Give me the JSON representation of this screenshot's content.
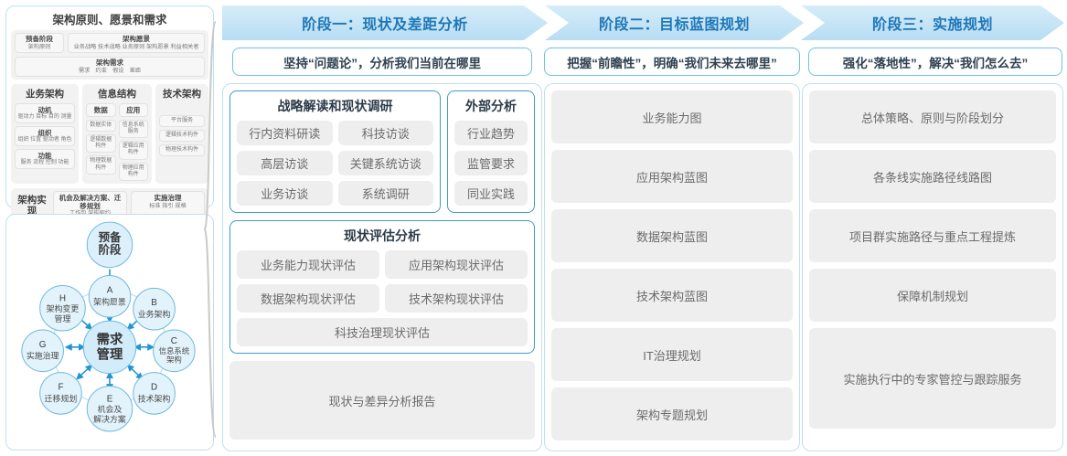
{
  "left_panel": {
    "togaf": {
      "title": "架构原则、愿景和需求",
      "prep": {
        "title": "预备阶段",
        "detail": "架构原则"
      },
      "vision": {
        "title": "架构愿景",
        "detail": "业务战略 技术战略 业务原则 架构愿景 利益相关者"
      },
      "requirements": {
        "title": "架构需求",
        "detail": "需求　约束　假设　差距"
      },
      "business": {
        "title": "业务架构",
        "items": [
          {
            "title": "动机",
            "detail": "驱动力 目标 目的 测量"
          },
          {
            "title": "组织",
            "detail": "组织 位置 驱动者 角色"
          },
          {
            "title": "功能",
            "detail": "服务 流程 控制 功能"
          }
        ]
      },
      "information": {
        "title": "信息结构",
        "data_col": {
          "title": "数据",
          "items": [
            "数据实体",
            "逻辑数据构件",
            "物理数据构件"
          ]
        },
        "app_col": {
          "title": "应用",
          "items": [
            "信息系统服务",
            "逻辑应用构件",
            "物理应用构件"
          ]
        }
      },
      "technology": {
        "title": "技术架构",
        "items": [
          "平台服务",
          "逻辑技术构件",
          "物理技术构件"
        ]
      },
      "implementation": {
        "label": "架构实现",
        "opportunity": {
          "title": "机会及解决方案、迁移规划",
          "detail": "工作包 架构契约"
        },
        "governance": {
          "title": "实施治理",
          "detail": "标准 指引 规格"
        }
      }
    },
    "adm": {
      "center": "需求管理",
      "top": "预备阶段",
      "nodes": [
        {
          "key": "A",
          "label": "架构愿景"
        },
        {
          "key": "B",
          "label": "业务架构"
        },
        {
          "key": "C",
          "label": "信息系统架构"
        },
        {
          "key": "D",
          "label": "技术架构"
        },
        {
          "key": "E",
          "label": "机会及解决方案"
        },
        {
          "key": "F",
          "label": "迁移规划"
        },
        {
          "key": "G",
          "label": "实施治理"
        },
        {
          "key": "H",
          "label": "架构变更管理"
        }
      ]
    }
  },
  "stages": [
    {
      "banner": "阶段一：现状及差距分析",
      "subtitle": "坚持“问题论”，分析我们当前在哪里"
    },
    {
      "banner": "阶段二：目标蓝图规划",
      "subtitle": "把握“前瞻性”，明确“我们未来去哪里”"
    },
    {
      "banner": "阶段三：实施规划",
      "subtitle": "强化“落地性”，解决“我们怎么去”"
    }
  ],
  "stage1": {
    "survey": {
      "title": "战略解读和现状调研",
      "items": [
        "行内资料研读",
        "科技访谈",
        "高层访谈",
        "关键系统访谈",
        "业务访谈",
        "系统调研"
      ]
    },
    "external": {
      "title": "外部分析",
      "items": [
        "行业趋势",
        "监管要求",
        "同业实践"
      ]
    },
    "assessment": {
      "title": "现状评估分析",
      "items": [
        "业务能力现状评估",
        "应用架构现状评估",
        "数据架构现状评估",
        "技术架构现状评估"
      ],
      "full_item": "科技治理现状评估"
    },
    "report": "现状与差异分析报告"
  },
  "stage2": {
    "items": [
      "业务能力图",
      "应用架构蓝图",
      "数据架构蓝图",
      "技术架构蓝图",
      "IT治理规划",
      "架构专题规划"
    ]
  },
  "stage3": {
    "items": [
      "总体策略、原则与阶段划分",
      "各条线实施路径线路图",
      "项目群实施路径与重点工程提炼",
      "保障机制规划"
    ],
    "tall_item": "实施执行中的专家管控与跟踪服务"
  },
  "colors": {
    "banner_text": "#1d77b8",
    "banner_fill": "#b7ddf3",
    "panel_border": "#bfe0ef",
    "card_border": "#3d9bd0",
    "tile_bg": "#eeeeee",
    "tile_text": "#6b6b6b",
    "adm_node": "#d8eefb",
    "adm_stroke": "#6cb8de",
    "arrow": "#2196d3"
  }
}
